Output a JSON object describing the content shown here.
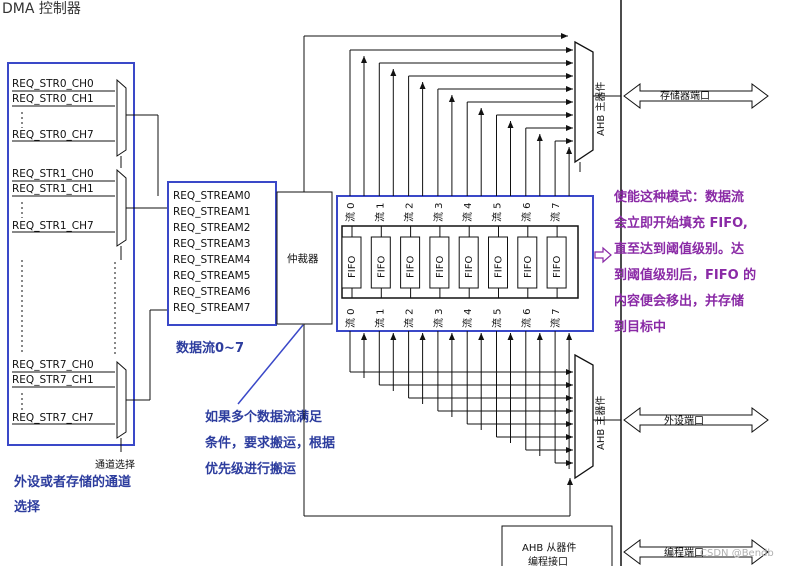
{
  "title": "DMA 控制器",
  "left_inputs": {
    "group0": [
      "REQ_STR0_CH0",
      "REQ_STR0_CH1",
      "REQ_STR0_CH7"
    ],
    "group1": [
      "REQ_STR1_CH0",
      "REQ_STR1_CH1",
      "REQ_STR1_CH7"
    ],
    "group7": [
      "REQ_STR7_CH0",
      "REQ_STR7_CH1",
      "REQ_STR7_CH7"
    ]
  },
  "channel_select_label": "通道选择",
  "left_note": [
    "外设或者存储的通道",
    "选择"
  ],
  "req_streams": [
    "REQ_STREAM0",
    "REQ_STREAM1",
    "REQ_STREAM2",
    "REQ_STREAM3",
    "REQ_STREAM4",
    "REQ_STREAM5",
    "REQ_STREAM6",
    "REQ_STREAM7"
  ],
  "streams_note": "数据流0~7",
  "arbiter_label": "仲裁器",
  "arbiter_note": [
    "如果多个数据流满足",
    "条件，要求搬运，根据",
    "优先级进行搬运"
  ],
  "stream_labels": [
    "流 0",
    "流 1",
    "流 2",
    "流 3",
    "流 4",
    "流 5",
    "流 6",
    "流 7"
  ],
  "fifo_label": "FIFO",
  "ahb_master_label": "AHB 主器件",
  "memory_port_label": "存储器端口",
  "peripheral_port_label": "外设端口",
  "ahb_slave_label": "AHB 从器件",
  "programming_interface_label": "编程接口",
  "programming_port_label": "编程端口",
  "fifo_note": [
    "使能这种模式：数据流",
    "会立即开始填充 FIFO,",
    "直至达到阈值级别。达",
    "到阈值级别后，FIFO 的",
    "内容便会移出，并存储",
    "到目标中"
  ],
  "watermark": "CSDN @Bendb",
  "colors": {
    "annotation_blue": "#2d3d9e",
    "annotation_purple": "#8a2aa6",
    "box_blue": "#3a48c8",
    "line": "#111111"
  }
}
